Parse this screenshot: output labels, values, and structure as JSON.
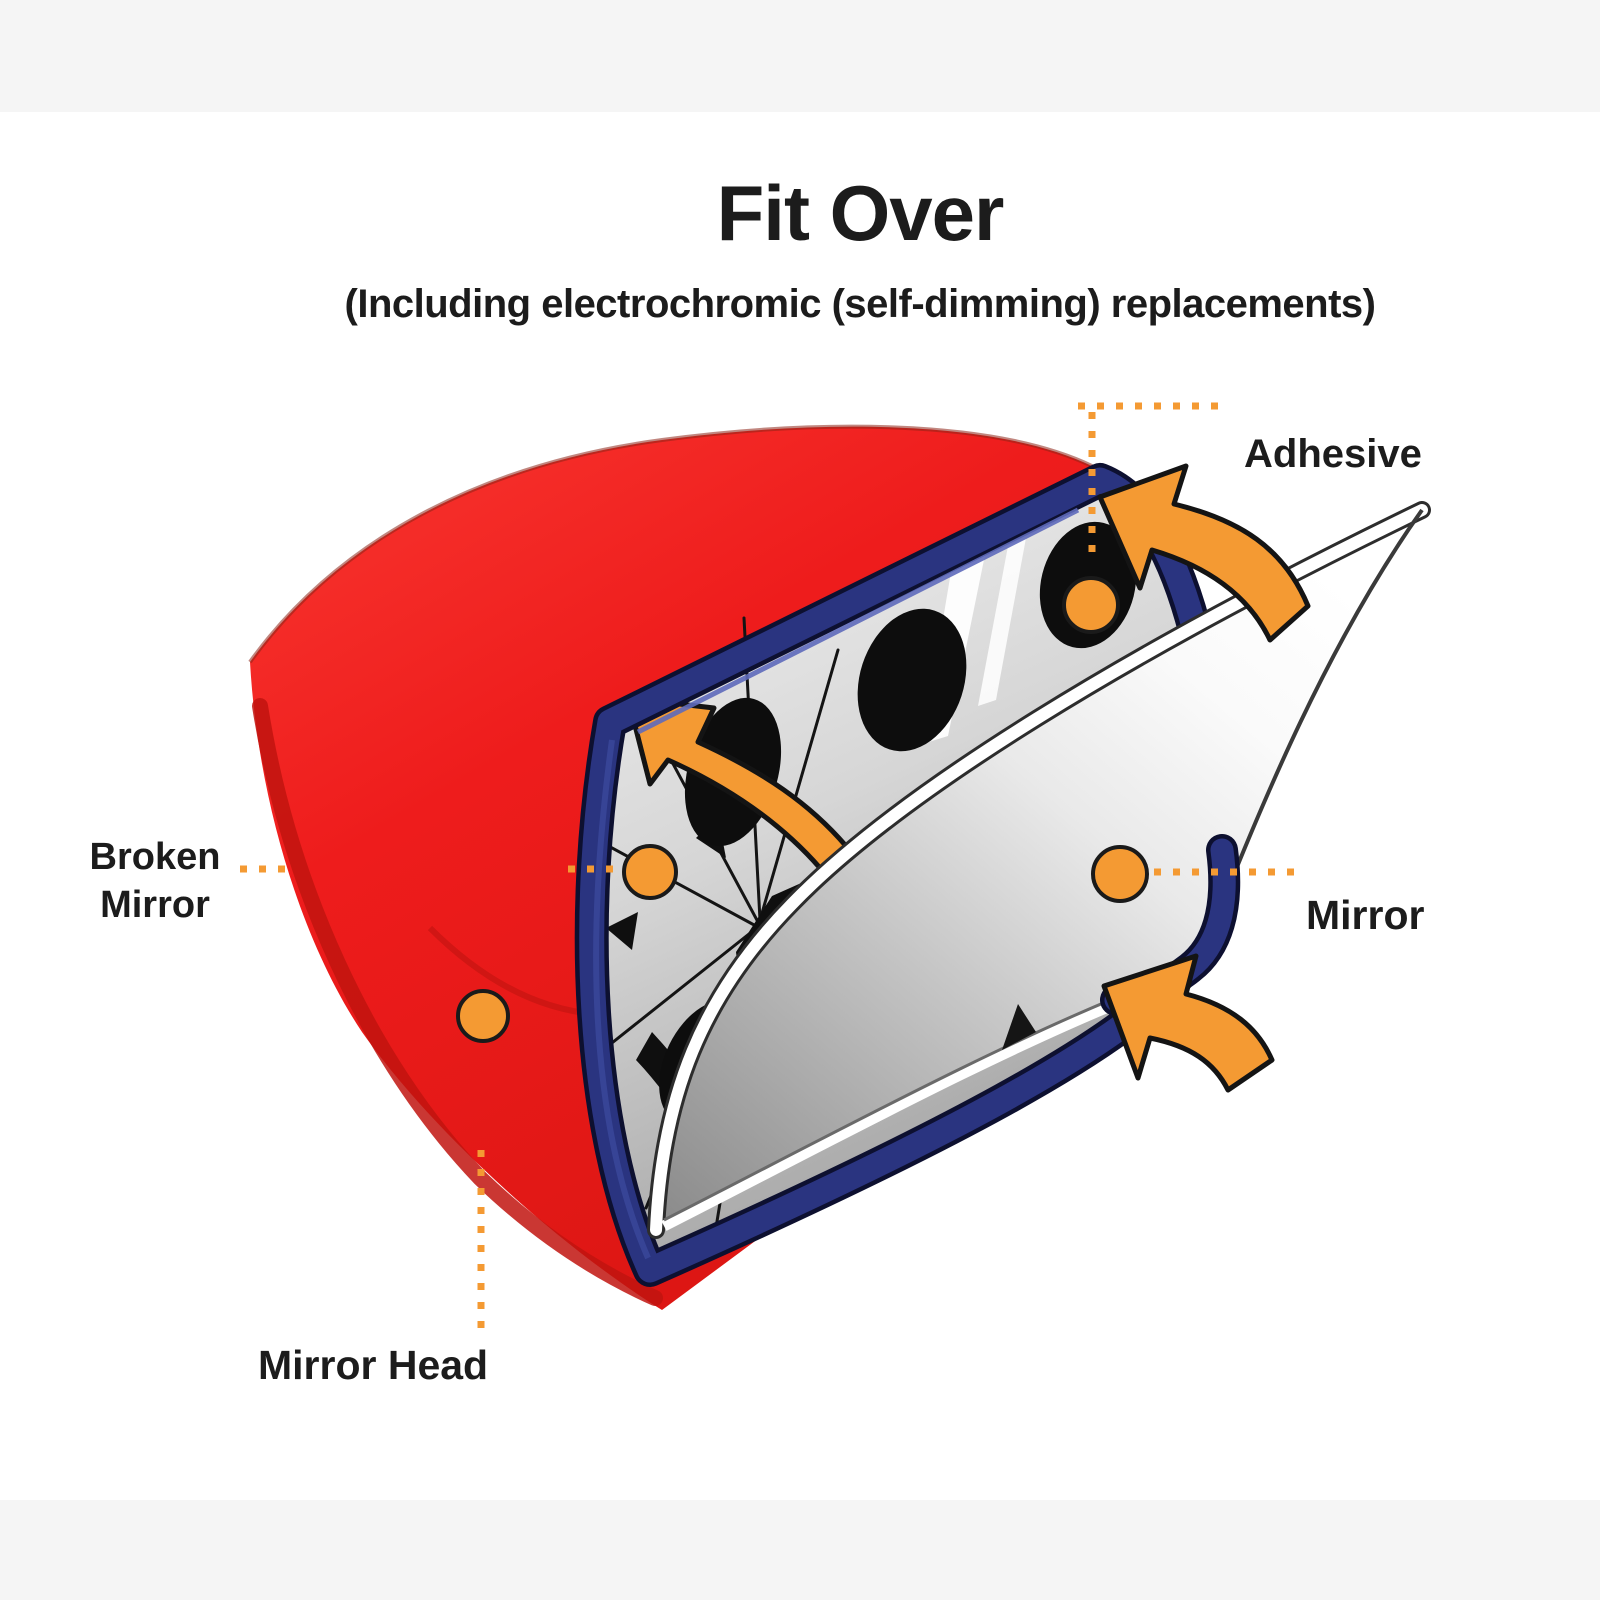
{
  "title": "Fit Over",
  "subtitle": "(Including electrochromic (self-dimming) replacements)",
  "callouts": {
    "adhesive": "Adhesive",
    "broken_mirror_line1": "Broken",
    "broken_mirror_line2": "Mirror",
    "mirror": "Mirror",
    "mirror_head": "Mirror Head"
  },
  "colors": {
    "accent_orange": "#F49A33",
    "housing_red": "#EE1C1C",
    "housing_red_dark": "#C1140F",
    "frame_navy": "#2A3480",
    "frame_outline": "#0D1030",
    "pad_black": "#0D0D0D",
    "text": "#1C1C1C"
  }
}
